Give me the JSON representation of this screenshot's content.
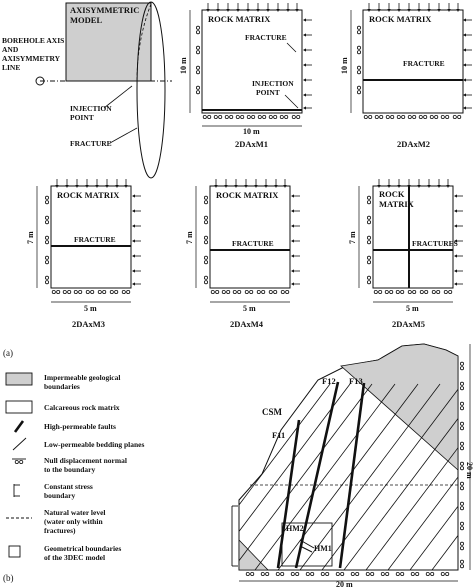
{
  "panel_a": {
    "label": "(a)",
    "axisym": {
      "model_label_1": "AXISYMMETRIC",
      "model_label_2": "MODEL",
      "borehole_1": "BOREHOLE AXIS",
      "borehole_2": "AND",
      "borehole_3": "AXISYMMETRY",
      "borehole_4": "LINE",
      "injection_1": "INJECTION",
      "injection_2": "POINT",
      "fracture": "FRACTURE"
    },
    "models": [
      {
        "id": "m1",
        "title": "2DAxM1",
        "rock": "ROCK MATRIX",
        "fracture": "FRACTURE",
        "injection_1": "INJECTION",
        "injection_2": "POINT",
        "width": "10 m",
        "height": "10 m"
      },
      {
        "id": "m2",
        "title": "2DAxM2",
        "rock": "ROCK MATRIX",
        "fracture": "FRACTURE",
        "height": "10 m"
      },
      {
        "id": "m3",
        "title": "2DAxM3",
        "rock": "ROCK MATRIX",
        "fracture": "FRACTURE",
        "width": "5 m",
        "height": "7 m"
      },
      {
        "id": "m4",
        "title": "2DAxM4",
        "rock": "ROCK MATRIX",
        "fracture": "FRACTURE",
        "width": "5 m",
        "height": "7 m"
      },
      {
        "id": "m5",
        "title": "2DAxM5",
        "rock_1": "ROCK",
        "rock_2": "MATRIX",
        "fracture": "FRACTURES",
        "width": "5 m",
        "height": "7 m"
      }
    ]
  },
  "panel_b": {
    "label": "(b)",
    "legend": [
      {
        "key": "impermeable",
        "line1": "Impermeable geological",
        "line2": "boundaries"
      },
      {
        "key": "calcareous",
        "line1": "Calcareous rock matrix",
        "line2": ""
      },
      {
        "key": "high-perm",
        "line1": "High-permeable faults",
        "line2": ""
      },
      {
        "key": "low-perm",
        "line1": "Low-permeable bedding planes",
        "line2": ""
      },
      {
        "key": "null-disp",
        "line1": "Null displacement normal",
        "line2": "to the boundary"
      },
      {
        "key": "const-stress",
        "line1": "Constant stress",
        "line2": "boundary"
      },
      {
        "key": "water-level",
        "line1": "Natural water level",
        "line2": "(water only within",
        "line3": "fractures)"
      },
      {
        "key": "geom-bound",
        "line1": "Geometrical boundaries",
        "line2": "of the 3DEC model"
      }
    ],
    "site": {
      "csm": "CSM",
      "f11": "F11",
      "f12": "F12",
      "f13": "F13",
      "hm1": "HM1",
      "hm2": "HM2",
      "width": "20 m",
      "height": "20 m"
    }
  }
}
